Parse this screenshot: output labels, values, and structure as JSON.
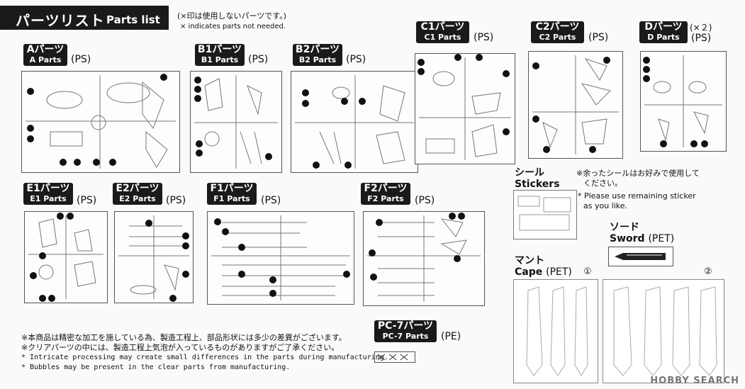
{
  "header": {
    "title_jp": "パーツリスト",
    "title_en": "Parts list",
    "note_jp": "(×印は使用しないパーツです。)",
    "note_en": "× indicates parts not needed."
  },
  "runners": [
    {
      "jp": "Aパーツ",
      "en": "A Parts",
      "mat": "(PS)"
    },
    {
      "jp": "B1パーツ",
      "en": "B1 Parts",
      "mat": "(PS)"
    },
    {
      "jp": "B2パーツ",
      "en": "B2 Parts",
      "mat": "(PS)"
    },
    {
      "jp": "C1パーツ",
      "en": "C1 Parts",
      "mat": "(PS)"
    },
    {
      "jp": "C2パーツ",
      "en": "C2 Parts",
      "mat": "(PS)"
    },
    {
      "jp": "Dパーツ",
      "en": "D Parts",
      "mat": "(PS)",
      "count": "(×２)"
    },
    {
      "jp": "E1パーツ",
      "en": "E1 Parts",
      "mat": "(PS)"
    },
    {
      "jp": "E2パーツ",
      "en": "E2 Parts",
      "mat": "(PS)"
    },
    {
      "jp": "F1パーツ",
      "en": "F1 Parts",
      "mat": "(PS)"
    },
    {
      "jp": "F2パーツ",
      "en": "F2 Parts",
      "mat": "(PS)"
    },
    {
      "jp": "PC-7パーツ",
      "en": "PC-7 Parts",
      "mat": "(PE)"
    }
  ],
  "stickers": {
    "jp": "シール",
    "en": "Stickers",
    "note_jp_1": "※余ったシールはお好みで使用して",
    "note_jp_2": "ください。",
    "note_en_1": "* Please use remaining sticker",
    "note_en_2": "as you like."
  },
  "sword": {
    "jp": "ソード",
    "en": "Sword",
    "mat": "(PET)"
  },
  "cape": {
    "jp": "マント",
    "en": "Cape",
    "mat": "(PET)",
    "num1": "①",
    "num2": "②"
  },
  "footnotes": [
    "※本商品は精密な加工を施している為、製造工程上、部品形状には多少の差異がございます。",
    "※クリアパーツの中には、製造工程上気泡が入っているものがありますがご了承ください。",
    "* Intricate processing may create small differences in the parts during manufacturing.",
    "* Bubbles may be present in the clear parts from manufacturing."
  ],
  "watermark": "HOBBY SEARCH"
}
